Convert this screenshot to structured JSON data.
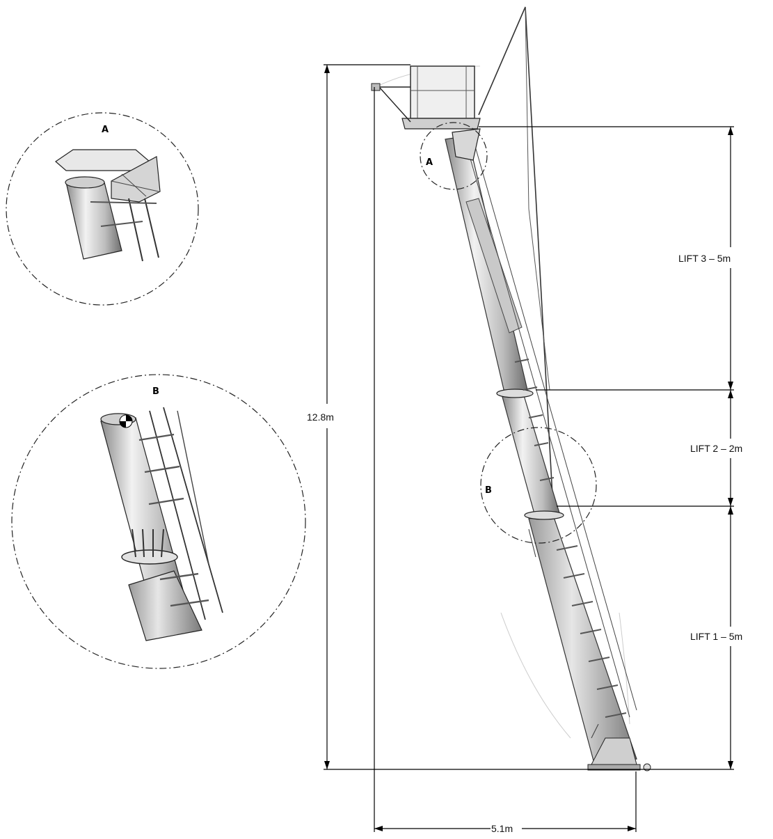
{
  "dimensions": {
    "total_height": "12.8m",
    "base_offset": "5.1m",
    "lift1": "LIFT  1  –  5m",
    "lift2": "LIFT  2  –  2m",
    "lift3": "LIFT  3  –  5m"
  },
  "callouts": {
    "detail_a": "A",
    "detail_b": "B",
    "detail_a_title": "A",
    "detail_b_title": "B"
  }
}
